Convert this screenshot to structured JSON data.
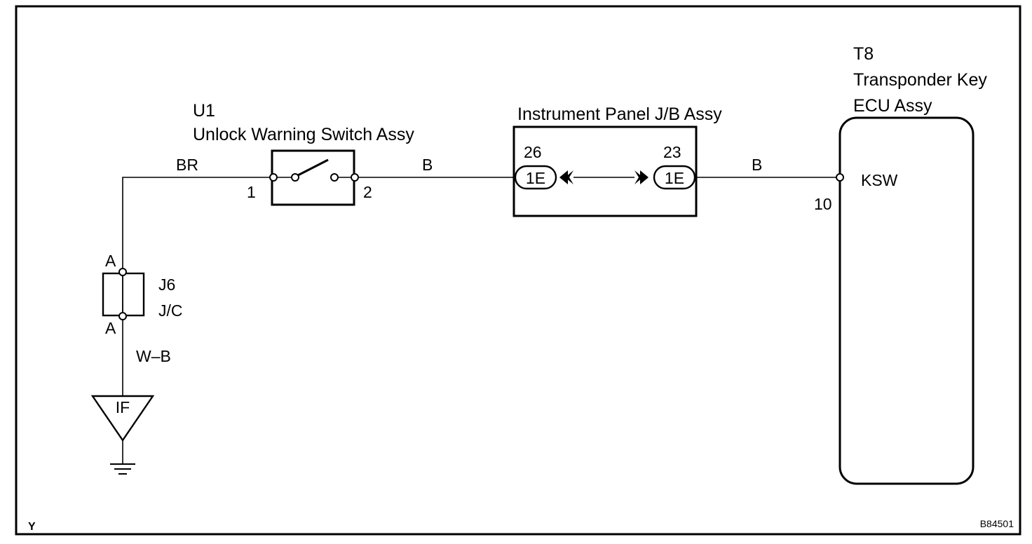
{
  "components": {
    "u1": {
      "code": "U1",
      "name": "Unlock Warning Switch Assy",
      "pin1": "1",
      "pin2": "2"
    },
    "jb": {
      "name": "Instrument Panel J/B Assy",
      "left_pin": "26",
      "right_pin": "23",
      "left_connector": "1E",
      "right_connector": "1E"
    },
    "t8": {
      "code": "T8",
      "name_line1": "Transponder Key",
      "name_line2": "ECU Assy",
      "pin": "10",
      "terminal": "KSW"
    },
    "j6": {
      "code": "J6",
      "type": "J/C",
      "top_pin": "A",
      "bottom_pin": "A"
    },
    "ground": {
      "label": "IF"
    }
  },
  "wires": {
    "br": "BR",
    "b_left": "B",
    "b_right": "B",
    "wb": "W–B"
  },
  "footer": {
    "left_mark": "Y",
    "figure_id": "B84501"
  }
}
